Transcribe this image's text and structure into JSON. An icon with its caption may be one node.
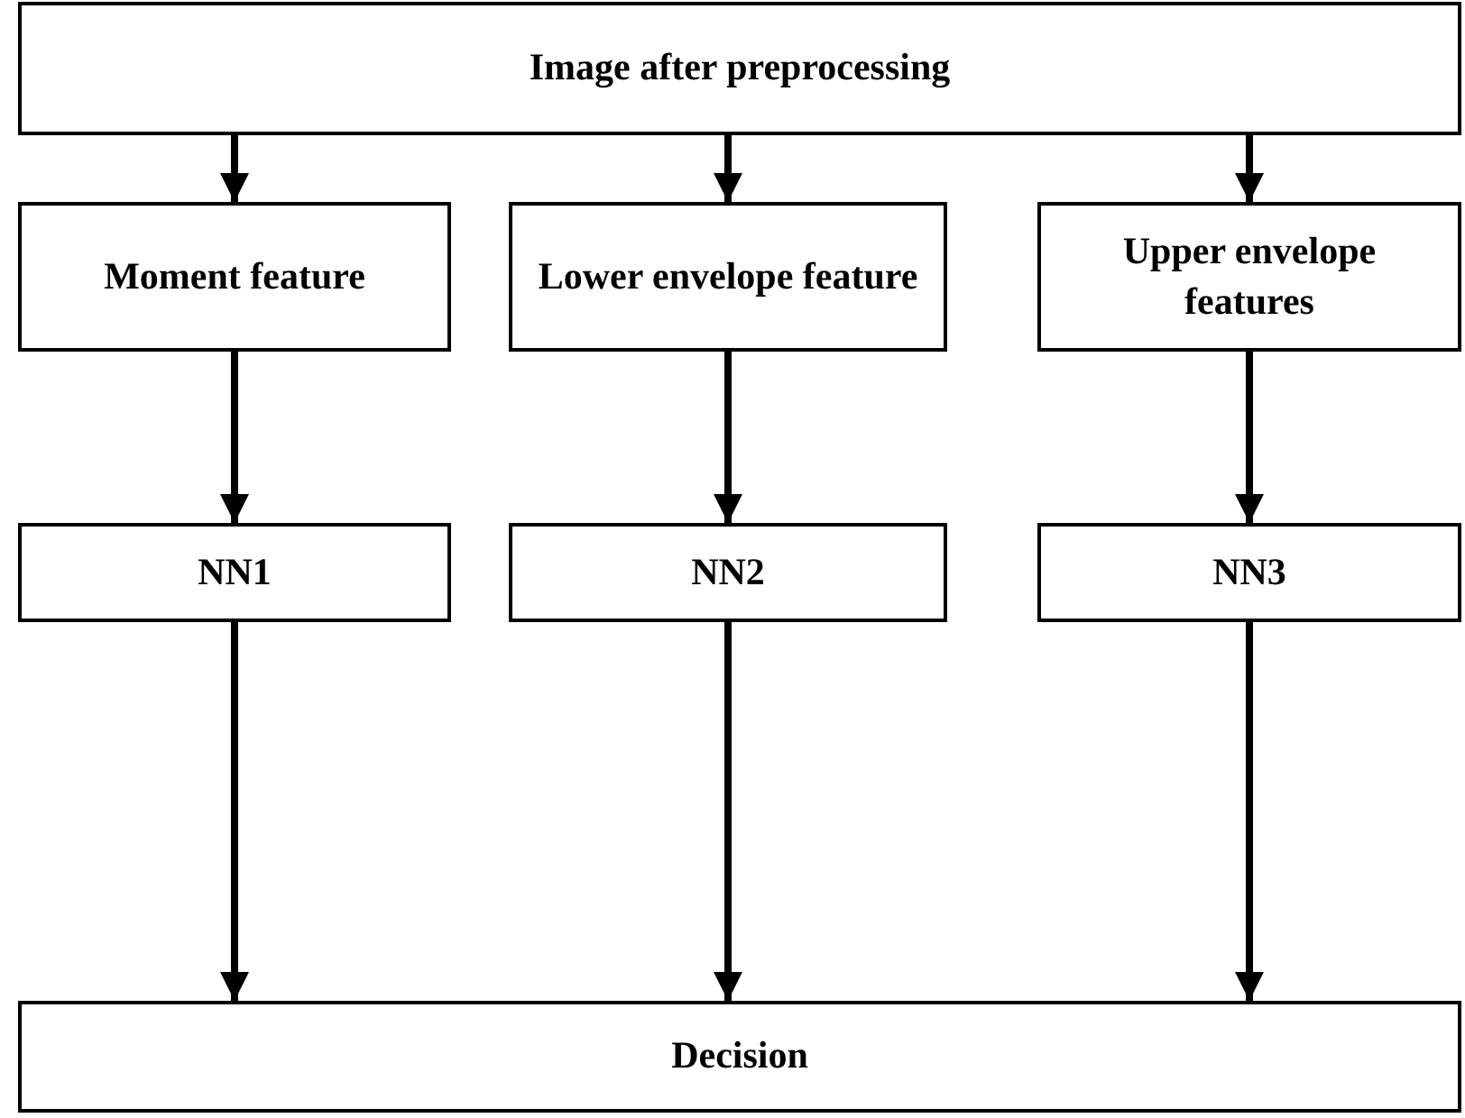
{
  "diagram": {
    "nodes": [
      {
        "text": [
          "Image after preprocessing"
        ]
      },
      {
        "text": [
          "Moment feature"
        ]
      },
      {
        "text": [
          "Lower envelope feature"
        ]
      },
      {
        "text": [
          "Upper envelope features"
        ]
      },
      {
        "text": [
          "NN1"
        ]
      },
      {
        "text": [
          "NN2"
        ]
      },
      {
        "text": [
          "NN3"
        ]
      },
      {
        "text": [
          "Decision"
        ]
      }
    ],
    "edges": [
      {
        "from": 0,
        "to": 1,
        "arrow": "to"
      },
      {
        "from": 0,
        "to": 2,
        "arrow": "to"
      },
      {
        "from": 0,
        "to": 3,
        "arrow": "to"
      },
      {
        "from": 1,
        "to": 4,
        "arrow": "to"
      },
      {
        "from": 2,
        "to": 5,
        "arrow": "to"
      },
      {
        "from": 3,
        "to": 6,
        "arrow": "to"
      },
      {
        "from": 4,
        "to": 7,
        "arrow": "to"
      },
      {
        "from": 5,
        "to": 7,
        "arrow": "to"
      },
      {
        "from": 6,
        "to": 7,
        "arrow": "to"
      }
    ]
  }
}
